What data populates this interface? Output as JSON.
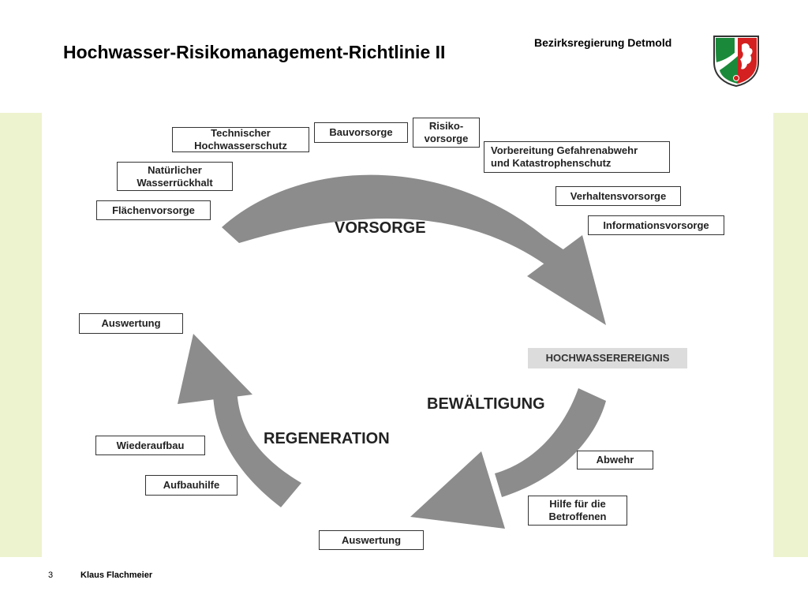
{
  "header": {
    "title": "Hochwasser-Risikomanagement-Richtlinie II",
    "organization": "Bezirksregierung Detmold"
  },
  "diagram": {
    "phases": {
      "vorsorge": "VORSORGE",
      "bewaeltigung": "BEWÄLTIGUNG",
      "regeneration": "REGENERATION"
    },
    "event": "HOCHWASSEREREIGNIS",
    "vorsorge_items": {
      "technisch": "Technischer\nHochwasserschutz",
      "bau": "Bauvorsorge",
      "risiko": "Risiko-\nvorsorge",
      "gefahrenabwehr": "Vorbereitung Gefahrenabwehr\nund Katastrophenschutz",
      "natuerlich": "Natürlicher\nWasserrückhalt",
      "verhalten": "Verhaltensvorsorge",
      "flaechen": "Flächenvorsorge",
      "information": "Informationsvorsorge"
    },
    "bewaeltigung_items": {
      "abwehr": "Abwehr",
      "hilfe": "Hilfe für die\nBetroffenen",
      "auswertung": "Auswertung"
    },
    "regeneration_items": {
      "auswertung": "Auswertung",
      "wiederaufbau": "Wiederaufbau",
      "aufbauhilfe": "Aufbauhilfe"
    }
  },
  "footer": {
    "page_number": "3",
    "author": "Klaus Flachmeier"
  },
  "colors": {
    "arrow": "#8c8c8c",
    "side_band": "#eef3cf",
    "event_box": "#dcdcdc",
    "crest_green": "#1a8a3a",
    "crest_red": "#d42020"
  },
  "icons": {
    "crest": "nrw-coat-of-arms-icon"
  }
}
